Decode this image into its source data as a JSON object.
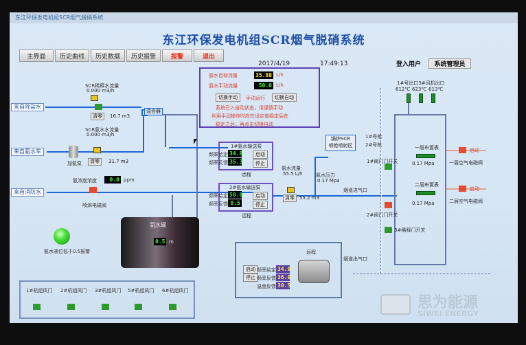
{
  "window": {
    "title_strip": "东江环保发电机组SCR烟气脱硝系统"
  },
  "header": {
    "title": "东江环保发电机组SCR烟气脱硝系统",
    "date": "2017/4/19",
    "time": "17:49:13",
    "login": "登入用户",
    "user": "系统管理员"
  },
  "nav": [
    "主界面",
    "历史曲线",
    "历史数据",
    "历史报警",
    "报警",
    "退出"
  ],
  "sources": [
    "来自除盐水",
    "来自氨水车",
    "来自消防水"
  ],
  "left": {
    "dilute_flow_label": "SCR稀释水流量",
    "dilute_flow": "0.000  m3/h",
    "ammonia_flow_label": "SCR氨水水流量",
    "ammonia_flow": "0.000  m3/h",
    "clear1": "清零",
    "clear2": "清零",
    "total1": "16.7  m3",
    "total2": "31.7  m3",
    "pump_label": "加氨泵",
    "mixer": "混合器",
    "conc_label": "氨浓度浓度",
    "conc_value": "0.0",
    "conc_unit": "ppm",
    "spray_label": "喷淋电磁阀",
    "tank_label": "氨水罐",
    "tank_level": "0.5",
    "tank_unit": "m",
    "alarm_label": "氨水液位低于0.5报警"
  },
  "panel": {
    "ammonia_target_label": "氨水目标流量",
    "ammonia_target": "35.88",
    "ammonia_target_unit": "L/h",
    "manual_label": "氨水手动流量",
    "manual_value": "50.0",
    "manual_unit": "L/h",
    "btn_manual": "切换手动",
    "btn_state": "手动运行",
    "btn_auto": "切换自动",
    "note1": "系统已入自动状态，请谨慎手动",
    "note2": "利用手动操作时应在设定值稳定后在",
    "note3": "稳定之后，再点击切换自动"
  },
  "pump1": {
    "title": "1#氨水输送泵",
    "freq_set_label": "频率给定",
    "freq_set": "34.8",
    "freq_fb_label": "频率反馈",
    "freq_fb": "35.3",
    "start": "启动",
    "stop": "停止",
    "remote": "远程"
  },
  "pump2": {
    "title": "2#氨水输送泵",
    "freq_set_label": "频率给定",
    "freq_set": "50.0",
    "freq_fb_label": "频率反馈",
    "freq_fb": "0.5",
    "start": "启动",
    "stop": "停止",
    "remote": "远程"
  },
  "flowmeter": {
    "label": "氨水流量",
    "value": "55.5  L/h",
    "clear": "清零",
    "total": "55.2  m3"
  },
  "pressure": {
    "label": "氨水压力",
    "value": "0.17  Mpa"
  },
  "boiler": {
    "label": "锅炉SCR\n喷枪喷射区"
  },
  "reactor": {
    "temps_label": "1#号出口3#风机出口",
    "t1": "612℃",
    "t2": "623℃",
    "t3": "613℃",
    "gun1": "1#号枪",
    "gun2": "2#号枪",
    "valve1": "1#阀门门开关",
    "p1": "0.17 Mpa",
    "valve2": "2#阀门门开关",
    "p2": "0.17 Mpa",
    "valve3": "3#稀释门开关",
    "inlet": "烟道进气口",
    "outlet": "烟道出气口",
    "zone1": "一层布置表",
    "zone2": "二层布置表",
    "cyc1": "一层空气电磁阀",
    "cyc2": "二层空气电磁阀",
    "sw1": "启动",
    "sw2": "启动"
  },
  "fan": {
    "start": "启动",
    "stop": "停止",
    "freq_set_label": "频率给定",
    "freq_set": "34.0",
    "freq_fb_label": "频率反馈",
    "freq_fb": "36.0",
    "temp_label": "温度反馈",
    "temp": "30.5",
    "remote": "远程"
  },
  "valves_bottom": [
    "1#机组风门",
    "2#机组风门",
    "3#机组风门",
    "5#机组风门",
    "6#机组风门"
  ],
  "watermark": {
    "cn": "思为能源",
    "en": "SIWEI ENERGY"
  },
  "colors": {
    "pipe": "#1b67d8",
    "digit": "#35ff35",
    "accent": "#1f4fa8"
  }
}
